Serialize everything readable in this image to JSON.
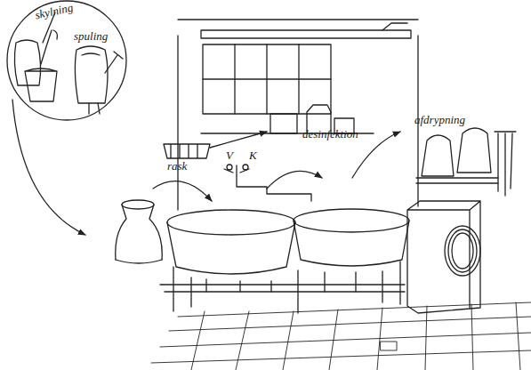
{
  "diagram": {
    "nodes": [
      {
        "text": [
          "skylning",
          "spuling"
        ]
      }
    ],
    "labels": [
      "rask",
      "V",
      "K",
      "desinfektion",
      "afdrypning"
    ]
  }
}
